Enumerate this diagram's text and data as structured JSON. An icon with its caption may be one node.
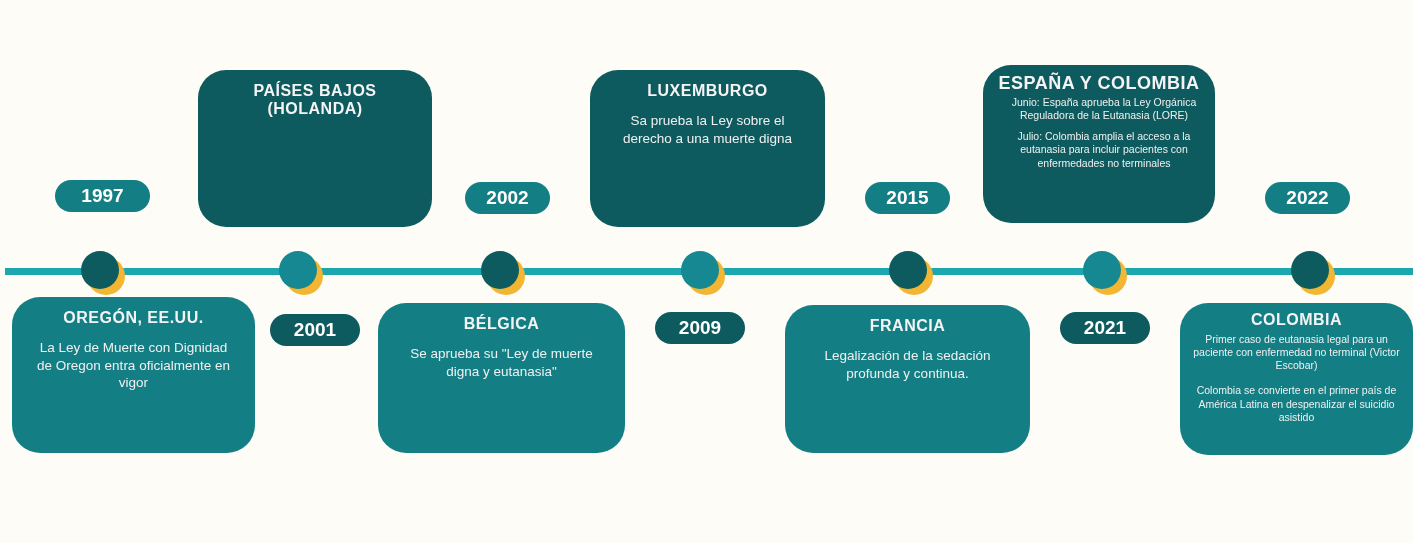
{
  "diagram": {
    "nodes": [
      {
        "text": [
          "1997"
        ]
      },
      {
        "text": [
          "OREGÓN, EE.UU.",
          "La Ley de Muerte con Dignidad de Oregon entra oficialmente en vigor"
        ]
      },
      {
        "text": [
          "PAÍSES BAJOS (HOLANDA)"
        ]
      },
      {
        "text": [
          "2001"
        ]
      },
      {
        "text": [
          "2002"
        ]
      },
      {
        "text": [
          "BÉLGICA",
          "Se aprueba su \"Ley de muerte digna y eutanasia\""
        ]
      },
      {
        "text": [
          "LUXEMBURGO",
          "Sa prueba la Ley sobre el derecho a una muerte digna"
        ]
      },
      {
        "text": [
          "2009"
        ]
      },
      {
        "text": [
          "2015"
        ]
      },
      {
        "text": [
          "FRANCIA",
          "Legalización de la sedación profunda y continua."
        ]
      },
      {
        "text": [
          "ESPAÑA Y COLOMBIA",
          "Junio: España aprueba la Ley Orgánica Reguladora de la Eutanasia (LORE)",
          "Julio: Colombia amplia el acceso a la eutanasia para incluir pacientes con enfermedades no terminales"
        ]
      },
      {
        "text": [
          "2021"
        ]
      },
      {
        "text": [
          "2022"
        ]
      },
      {
        "text": [
          "COLOMBIA",
          "Primer caso de eutanasia legal para un paciente con enfermedad no terminal (Victor Escobar)",
          "Colombia se convierte en el primer país de América Latina en despenalizar el suicidio asistido"
        ]
      }
    ],
    "edges": []
  }
}
